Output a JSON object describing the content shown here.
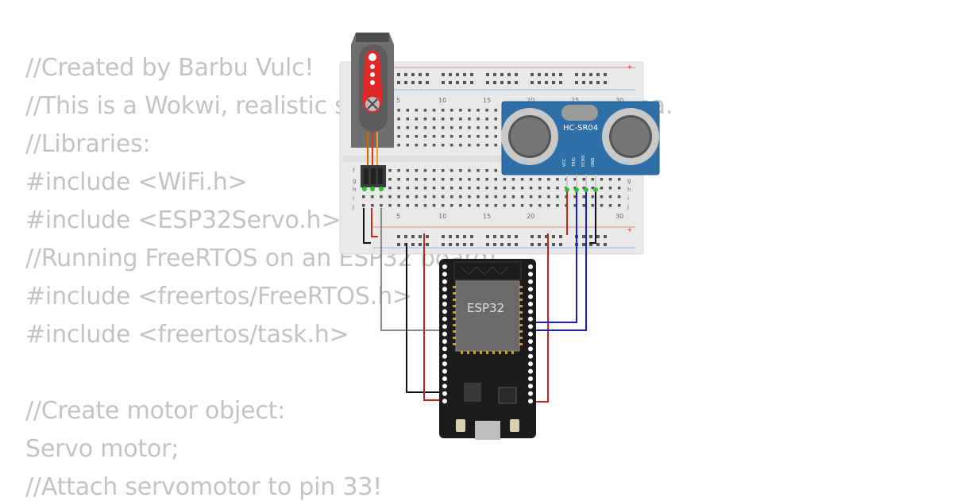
{
  "code": {
    "line1": "//Created by Barbu Vulc!",
    "line2": "//This is a Wokwi, realistic simulation of a parking area.",
    "line3": "//Libraries:",
    "line4": "#include <WiFi.h>",
    "line5": "#include <ESP32Servo.h>",
    "line6": "//Running FreeRTOS on an ESP32 board!",
    "line7": "#include <freertos/FreeRTOS.h>",
    "line8": "#include <freertos/task.h>",
    "line9": "//Create motor object:",
    "line10": "Servo motor;",
    "line11": "//Attach servomotor to pin 33!"
  },
  "breadboard": {
    "column_numbers": [
      "5",
      "10",
      "15",
      "20",
      "25",
      "30"
    ],
    "row_letters_top": [
      "f",
      "g",
      "h",
      "i",
      "j"
    ],
    "plus": "+"
  },
  "sensor": {
    "label": "HC-SR04",
    "pins": [
      "VCC",
      "TRIG",
      "ECHO",
      "GND"
    ]
  },
  "board": {
    "label": "ESP32"
  },
  "colors": {
    "code_text": "#c3c3c3",
    "wire_red": "#d12020",
    "wire_black": "#111111",
    "wire_blue": "#1a1ad0",
    "wire_gray": "#8a8a8a",
    "sensor_board": "#2f6fa8",
    "esp32_board": "#1b1b1b"
  }
}
